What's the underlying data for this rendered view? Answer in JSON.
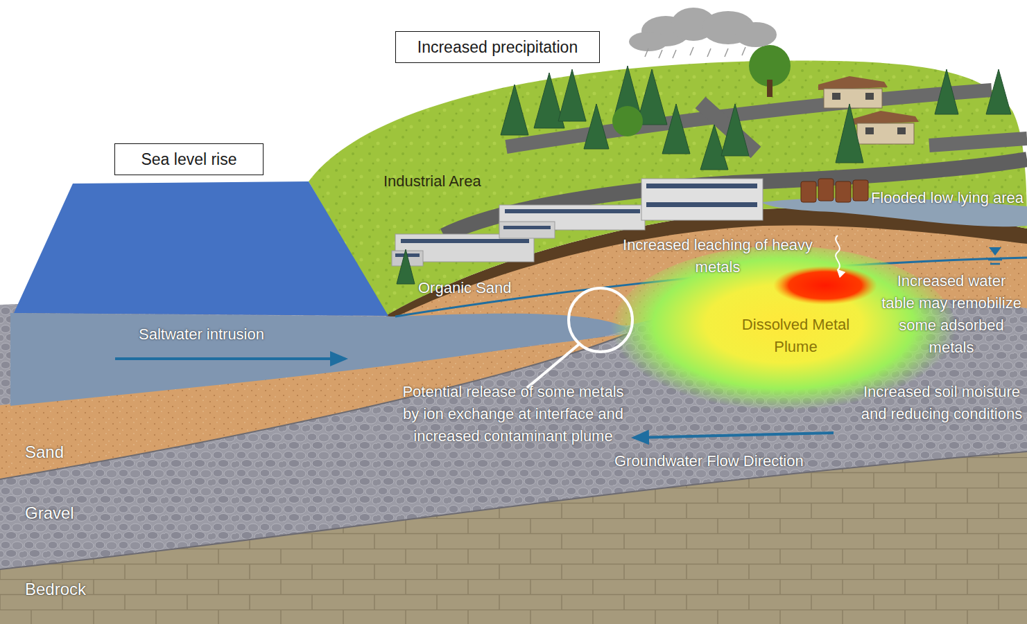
{
  "diagram": {
    "nodes": [
      {
        "text": [
          "Increased precipitation"
        ]
      },
      {
        "text": [
          "Sea level rise"
        ]
      }
    ],
    "labels": [
      "Industrial Area",
      "Flooded low lying area",
      "Increased leaching of heavy metals",
      "Organic Sand",
      "Increased water table may remobilize some adsorbed metals",
      "Saltwater intrusion",
      "Dissolved Metal Plume",
      "Potential release of some metals by ion exchange at interface and increased contaminant plume",
      "Increased soil moisture and reducing conditions",
      "Sand",
      "Groundwater Flow Direction",
      "Gravel",
      "Bedrock"
    ]
  }
}
